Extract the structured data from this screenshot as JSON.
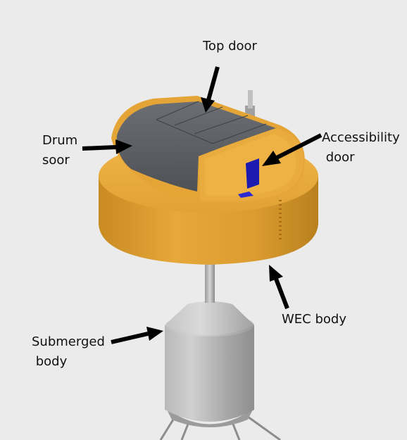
{
  "labels": {
    "top_door": "Top door",
    "drum_door": "Drum\nsoor",
    "accessibility_door": "Accessibility\n door",
    "wec_body": "WEC body",
    "submerged_body": "Submerged\n body"
  },
  "colors": {
    "background": "#ebebeb",
    "wec_body": "#e0a134",
    "drum_housing": "#5a5d62",
    "accessibility_door": "#1b1bb0",
    "submerged_body": "#a9a9a9",
    "arrow": "#000000"
  }
}
